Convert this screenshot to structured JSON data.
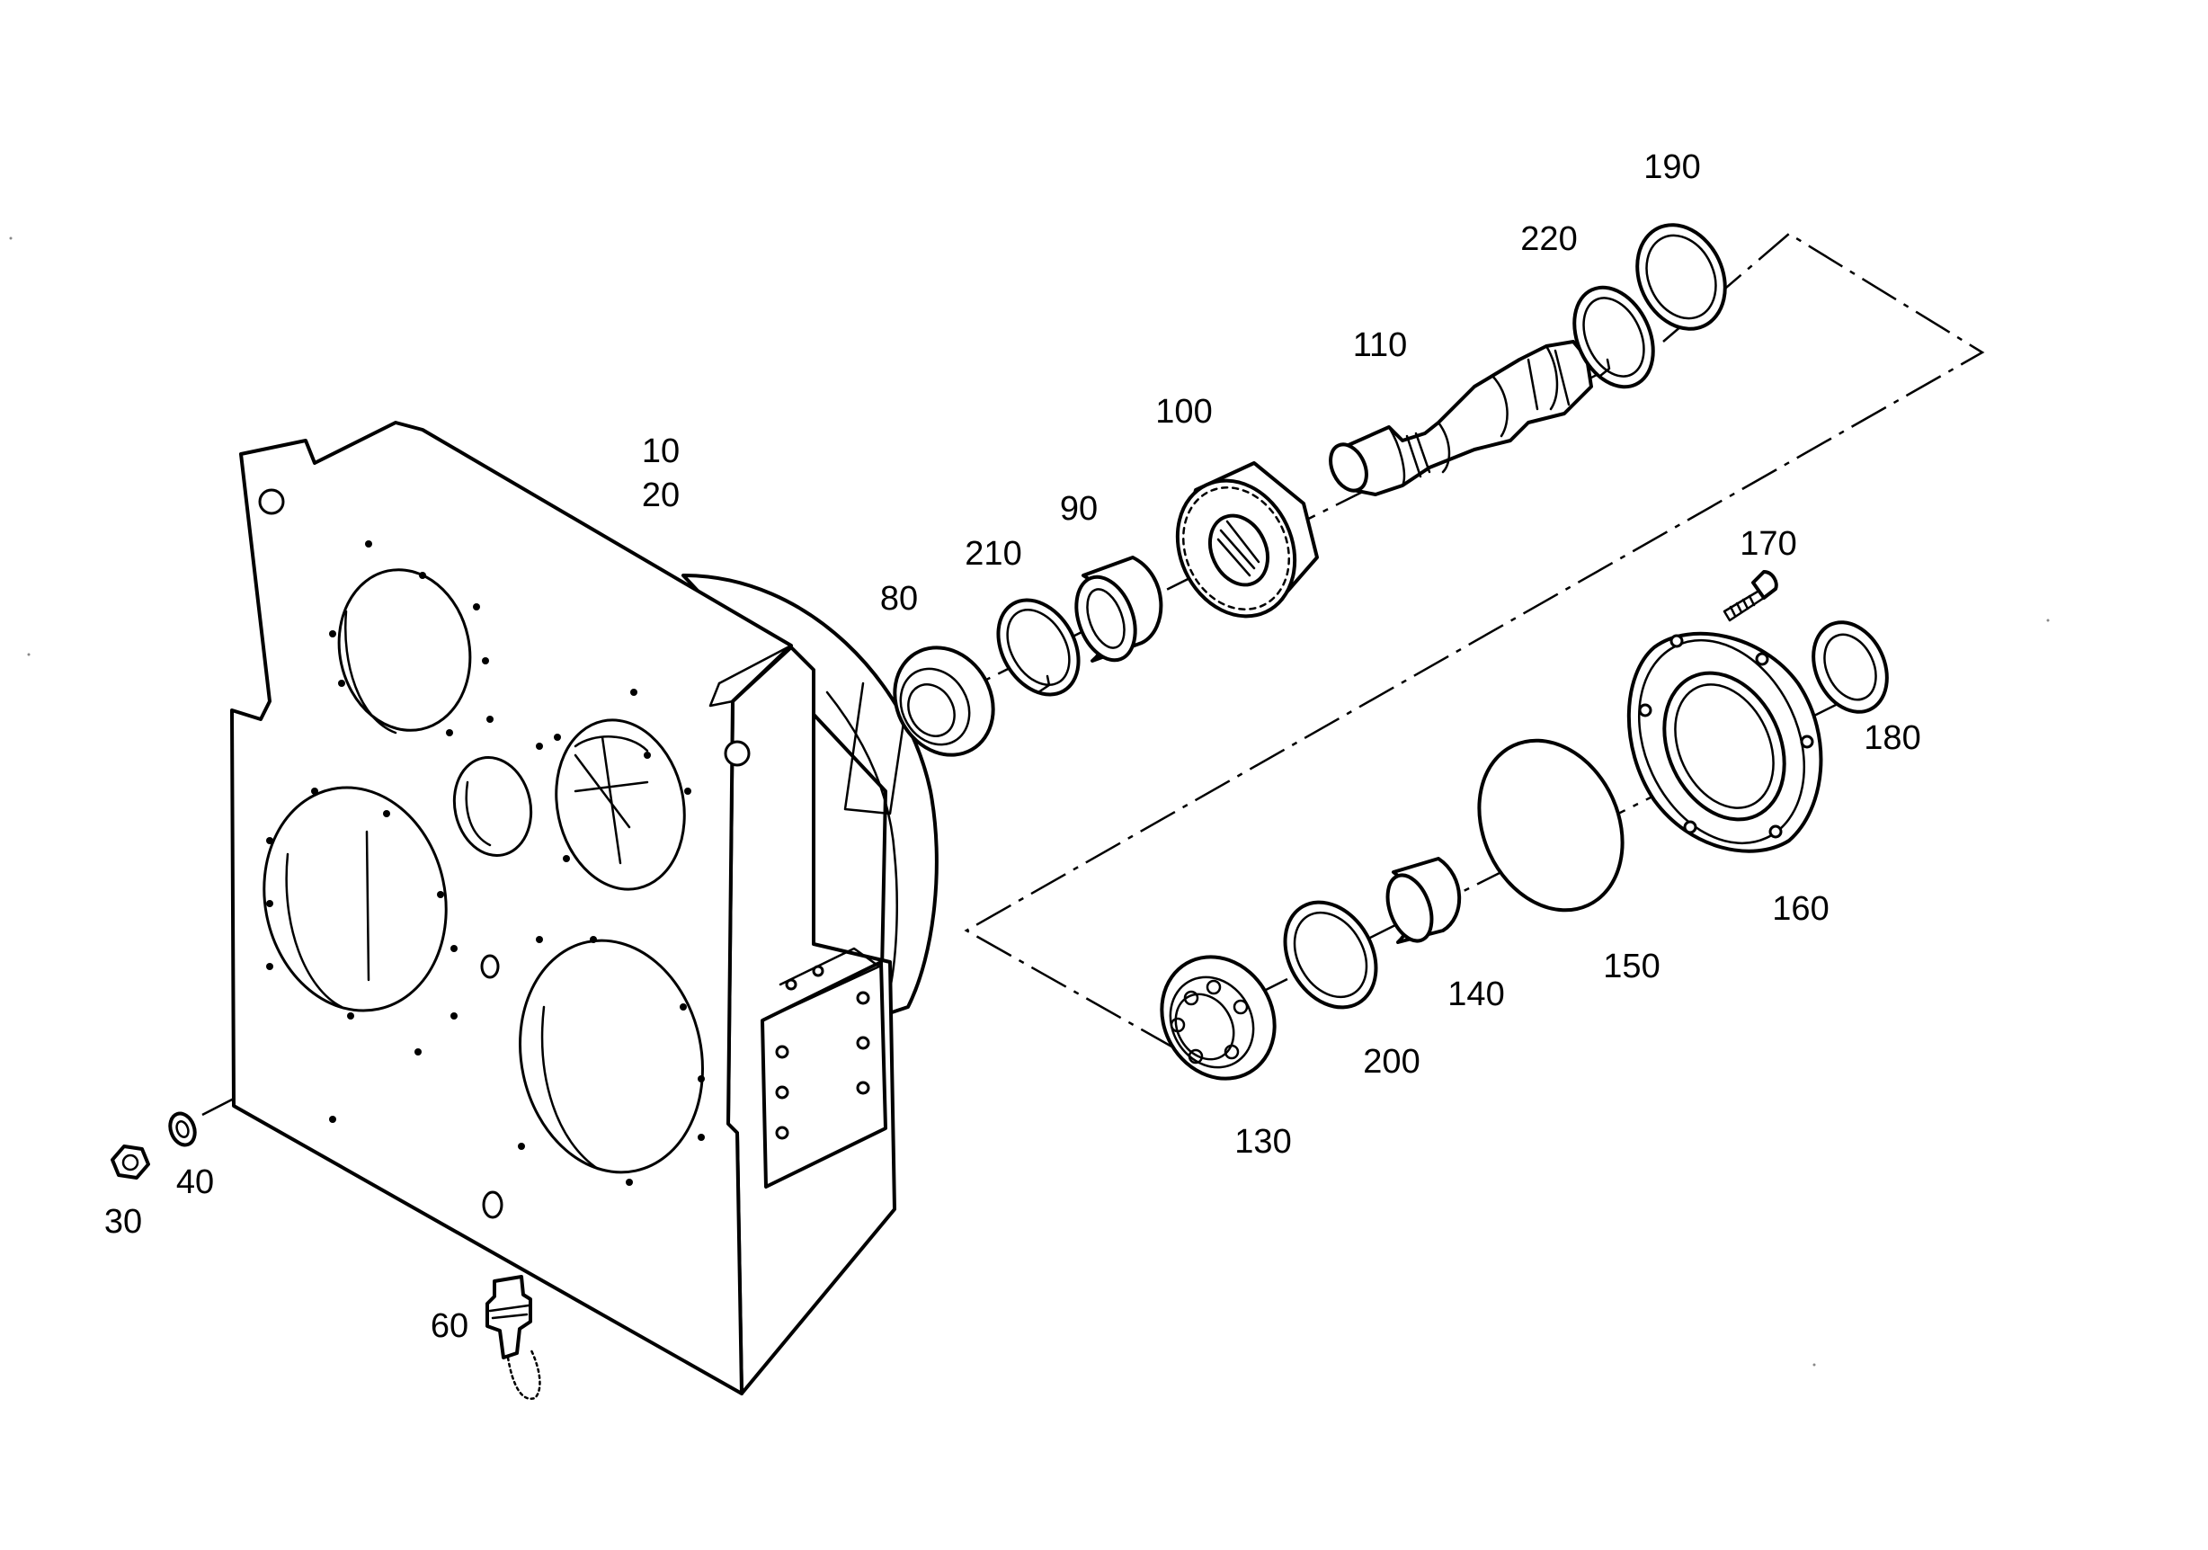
{
  "callouts": {
    "p10": "10",
    "p20": "20",
    "p30": "30",
    "p40": "40",
    "p60": "60",
    "p80": "80",
    "p90": "90",
    "p100": "100",
    "p110": "110",
    "p130": "130",
    "p140": "140",
    "p150": "150",
    "p160": "160",
    "p170": "170",
    "p180": "180",
    "p190": "190",
    "p200": "200",
    "p210": "210",
    "p220": "220"
  }
}
